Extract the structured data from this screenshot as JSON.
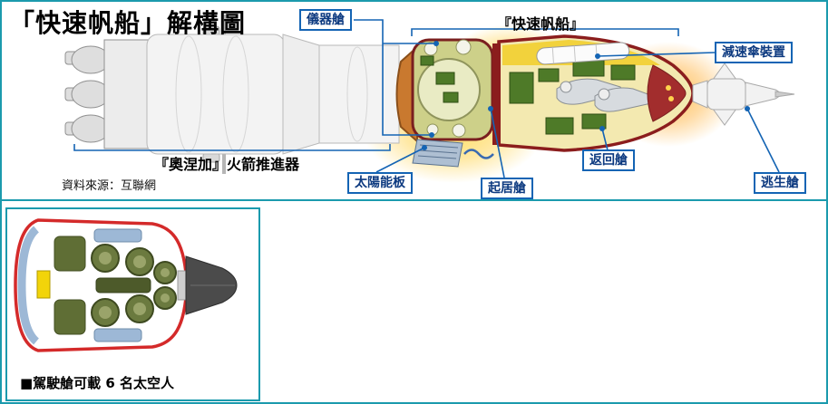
{
  "title": "「快速帆船」解構圖",
  "source_note": "資料來源：互聯網",
  "callouts": {
    "instrument_module": "儀器艙",
    "spacecraft_name": "『快速帆船』",
    "parachute_device": "減速傘裝置",
    "rocket_booster": "『奧涅加』火箭推進器",
    "solar_panel": "太陽能板",
    "living_module": "起居艙",
    "return_module": "返回艙",
    "escape_module": "逃生艙"
  },
  "inset": {
    "caption": "■駕駛艙可載 6 名太空人"
  },
  "colors": {
    "frame_teal": "#1b9aad",
    "callout_blue": "#1464b4",
    "label_text_blue": "#0d3a80",
    "capsule_outline_red": "#8b1d1d",
    "inset_hull_red": "#d42a2a",
    "interior_yellow": "#f2d23c",
    "equipment_green": "#4e7a28",
    "seat_olive": "#6b7a3f",
    "rocket_grey": "#f3f3f3"
  }
}
